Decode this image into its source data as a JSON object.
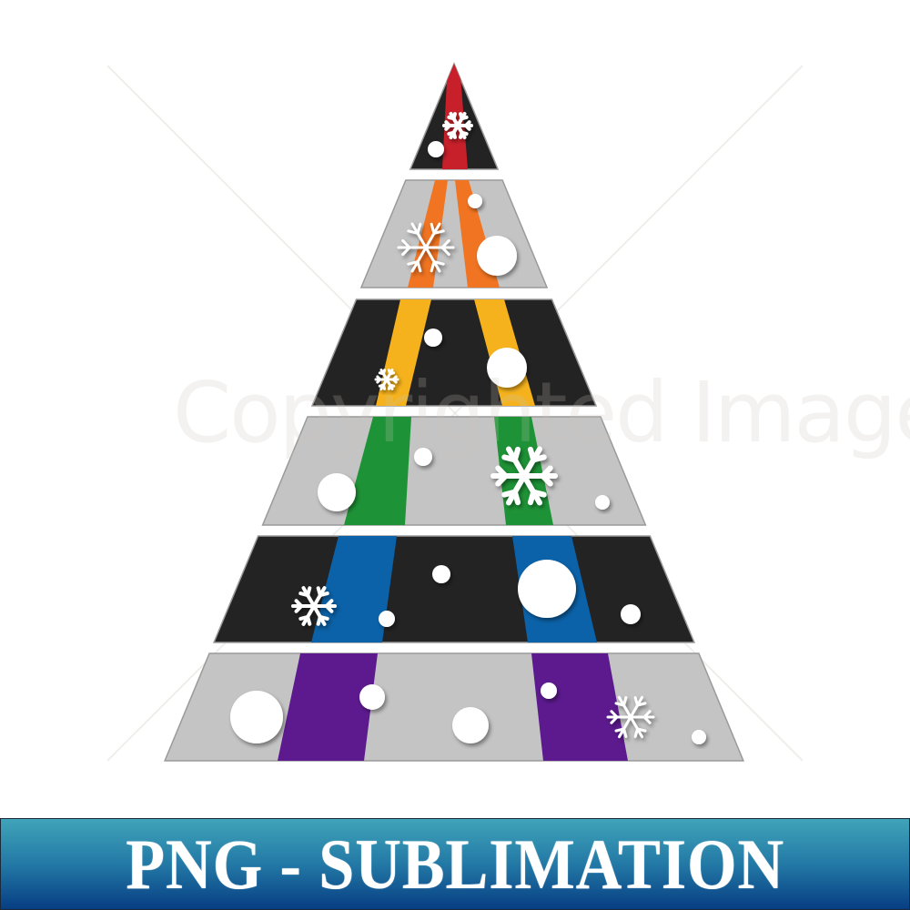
{
  "watermark": "Copyrighted Image",
  "banner": {
    "label": "PNG - SUBLIMATION",
    "gradient_top": "#40a4b9",
    "gradient_bottom": "#073e83"
  },
  "tree": {
    "tiers": [
      {
        "background": "#232323",
        "stripe": "#c8202a"
      },
      {
        "background": "#c4c4c4",
        "stripe": "#f07422"
      },
      {
        "background": "#232323",
        "stripe": "#f5b21c"
      },
      {
        "background": "#c4c4c4",
        "stripe": "#1e9236"
      },
      {
        "background": "#232323",
        "stripe": "#0b62a8"
      },
      {
        "background": "#c4c4c4",
        "stripe": "#5c1a8e"
      }
    ],
    "ornament_icon": "circle",
    "snowflake_icon": "snowflake"
  }
}
